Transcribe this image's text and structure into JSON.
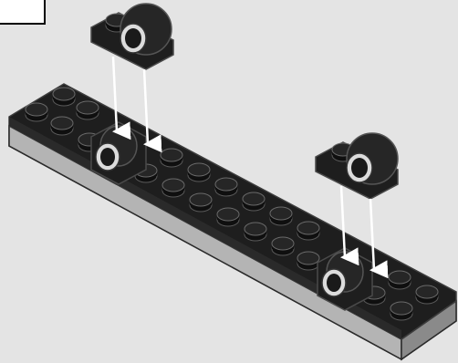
{
  "instruction": {
    "step_box_label": "",
    "description": ""
  },
  "parts": [
    {
      "name": "long-black-plate",
      "icon": "plate-1x12-icon"
    },
    {
      "name": "bracket-brick-left",
      "icon": "brick-with-hole-icon"
    },
    {
      "name": "bracket-brick-right",
      "icon": "brick-with-hole-icon"
    }
  ],
  "colors": {
    "background": "#e4e4e4",
    "brick_black": "#1e1e1e",
    "brick_edge": "#3c3c3c",
    "base_gray": "#b4b4b4",
    "arrow": "#ffffff"
  }
}
